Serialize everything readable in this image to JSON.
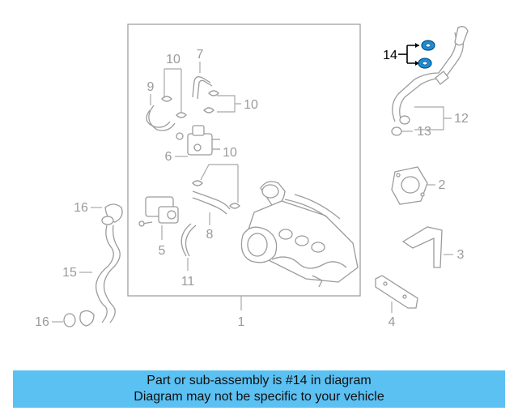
{
  "diagram": {
    "callouts": {
      "c1": "1",
      "c2": "2",
      "c3": "3",
      "c4": "4",
      "c5": "5",
      "c6": "6",
      "c7": "7",
      "c8": "8",
      "c9": "9",
      "c10": "10",
      "c11": "11",
      "c12": "12",
      "c13": "13",
      "c14": "14",
      "c15": "15",
      "c16": "16"
    },
    "highlight_part": "14",
    "colors": {
      "highlight": "#1a8fd8",
      "line": "#a8a8a8",
      "banner": "#5bc0f2"
    }
  },
  "banner": {
    "line1": "Part or sub-assembly is #14 in diagram",
    "line2": "Diagram may not be specific to your vehicle"
  }
}
